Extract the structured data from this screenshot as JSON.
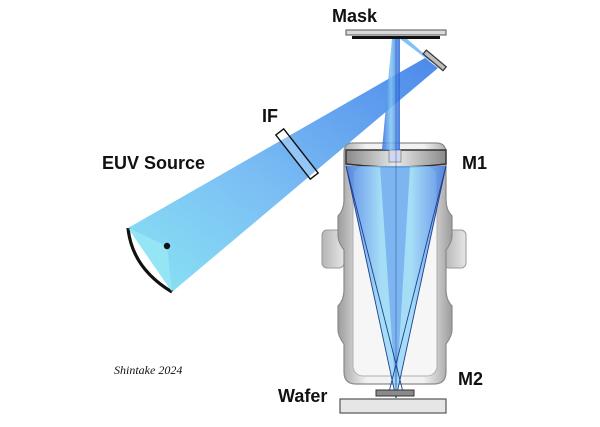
{
  "labels": {
    "mask": "Mask",
    "if": "IF",
    "euv_source": "EUV Source",
    "m1": "M1",
    "m2": "M2",
    "wafer": "Wafer"
  },
  "credit": "Shintake 2024",
  "colors": {
    "beam_dark": "#2f6fe0",
    "beam_light": "#8fe6f5",
    "housing_light": "#efefef",
    "housing_dark": "#9a9a9a",
    "mirror_edge": "#222222"
  }
}
